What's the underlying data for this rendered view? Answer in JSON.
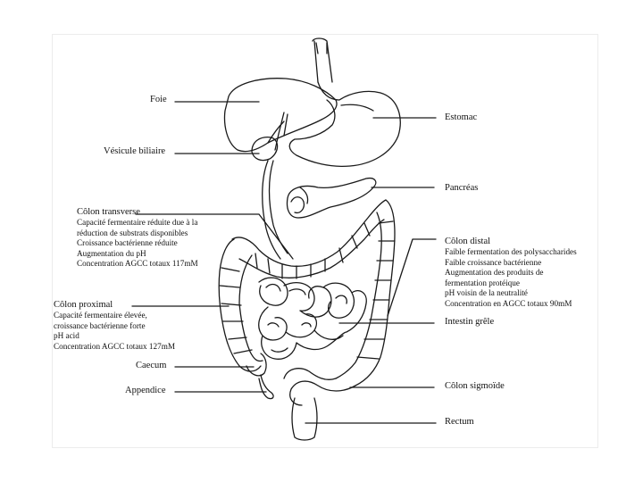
{
  "labels": {
    "foie": "Foie",
    "vesicule": "Vésicule biliaire",
    "estomac": "Estomac",
    "pancreas": "Pancréas",
    "colon_transverse": {
      "title": "Côlon transverse",
      "notes": [
        "Capacité fermentaire réduite due à la",
        "réduction de substrats disponibles",
        "Croissance bactérienne réduite",
        "Augmentation du pH",
        "Concentration AGCC totaux 117mM"
      ]
    },
    "colon_distal": {
      "title": "Côlon distal",
      "notes": [
        "Faible fermentation des polysaccharides",
        "Faible croissance bactérienne",
        "Augmentation des produits de",
        "fermentation protéique",
        "pH voisin de la neutralité",
        "Concentration en AGCC totaux 90mM"
      ]
    },
    "colon_proximal": {
      "title": "Côlon proximal",
      "notes": [
        "Capacité fermentaire élevée,",
        "croissance bactérienne forte",
        "pH acid",
        "Concentration AGCC totaux 127mM"
      ]
    },
    "intestin_grele": "Intestin grêle",
    "caecum": "Caecum",
    "appendice": "Appendice",
    "colon_sigmoide": "Côlon sigmoïde",
    "rectum": "Rectum"
  }
}
